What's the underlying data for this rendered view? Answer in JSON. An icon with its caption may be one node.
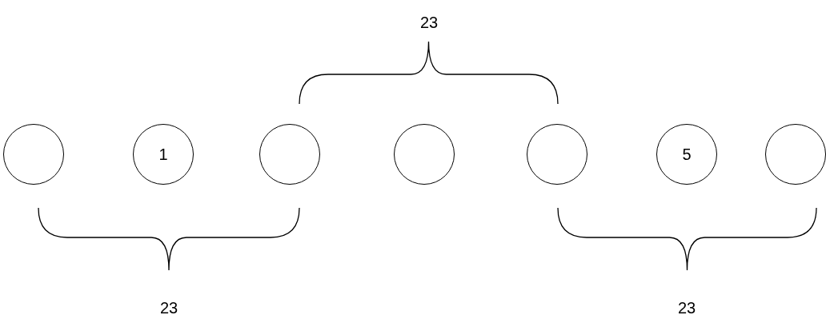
{
  "diagram": {
    "nodes": [
      {
        "text": [],
        "shape": "circle"
      },
      {
        "text": [
          "1"
        ]
      },
      {
        "text": [],
        "shape": "circle"
      },
      {
        "text": [],
        "shape": "circle"
      },
      {
        "text": [],
        "shape": "circle"
      },
      {
        "text": [
          "5"
        ]
      },
      {
        "text": [],
        "shape": "circle"
      }
    ],
    "edges": [],
    "labels": [
      "23",
      "23",
      "23"
    ]
  }
}
